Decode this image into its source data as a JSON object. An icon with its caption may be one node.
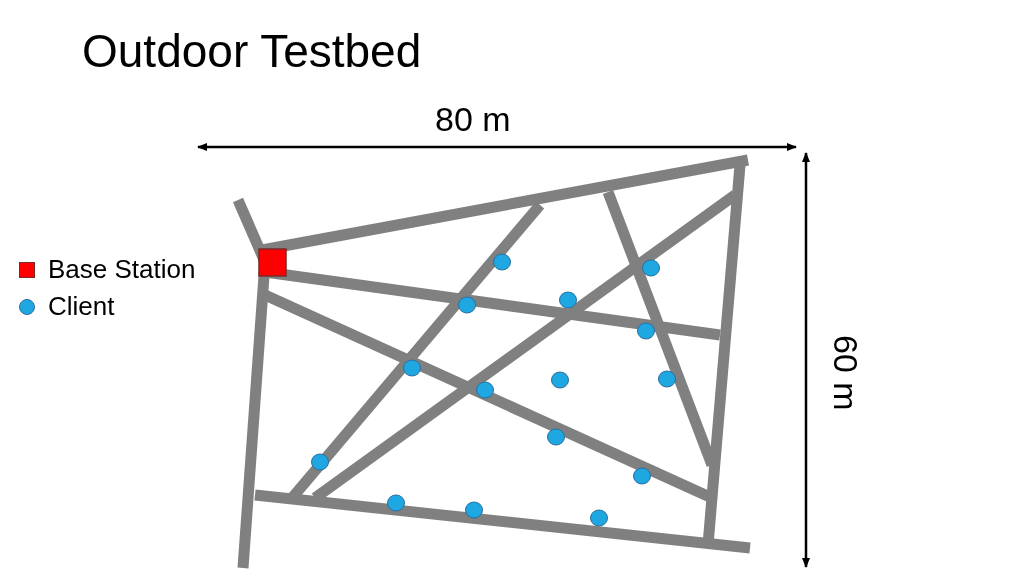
{
  "diagram": {
    "title": "Outdoor Testbed",
    "labels": [
      "80 m",
      "60 m"
    ],
    "legend": [
      {
        "text": "Base Station",
        "color": "#ff0000"
      },
      {
        "text": "Client",
        "color": "#1ea7e1"
      }
    ]
  }
}
